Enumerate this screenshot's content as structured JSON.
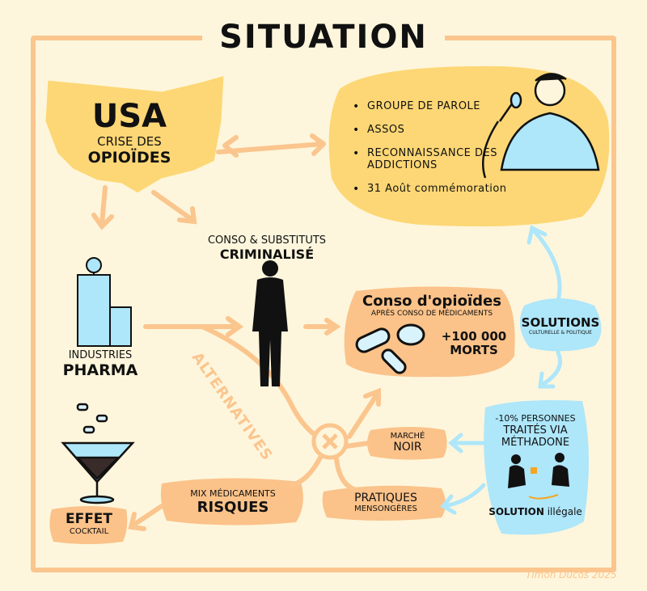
{
  "title": "SITUATION",
  "usa": {
    "title": "USA",
    "line1": "CRISE DES",
    "line2": "OPIOÏDES"
  },
  "solutions_culture": {
    "items": [
      "GROUPE DE PAROLE",
      "ASSOS",
      "RECONNAISSANCE DES ADDICTIONS",
      "31 Août commémoration"
    ]
  },
  "criminalise": {
    "line1": "CONSO & SUBSTITUTS",
    "line2": "CRIMINALISÉ"
  },
  "pharma": {
    "line1": "INDUSTRIES",
    "line2": "PHARMA"
  },
  "conso": {
    "title": "Conso d'opioïdes",
    "subtitle": "APRÈS CONSO DE MÉDICAMENTS",
    "stat1": "+100 000",
    "stat2": "MORTS"
  },
  "solutions": {
    "title": "SOLUTIONS",
    "subtitle": "CULTURELLE & POLITIQUE"
  },
  "methadone": {
    "line1": "-10% PERSONNES",
    "line2": "TRAITÉS VIA",
    "line3": "MÉTHADONE",
    "solution_bold": "SOLUTION",
    "solution_rest": "illégale"
  },
  "alternatives": "ALTERNATIVES",
  "marche_noir": {
    "line1": "MARCHÉ",
    "line2": "NOIR"
  },
  "pratiques": {
    "line1": "PRATIQUES",
    "line2": "MENSONGÈRES"
  },
  "mix": {
    "line1": "MIX MÉDICAMENTS",
    "line2": "RISQUES"
  },
  "cocktail": {
    "line1": "EFFET",
    "line2": "COCKTAIL"
  },
  "signature": "Timon Ducos 2025",
  "colors": {
    "background": "#fdf6dc",
    "frame": "#fbc58e",
    "yellow": "#fdd775",
    "orange": "#fbc289",
    "blue": "#aee6fa"
  }
}
